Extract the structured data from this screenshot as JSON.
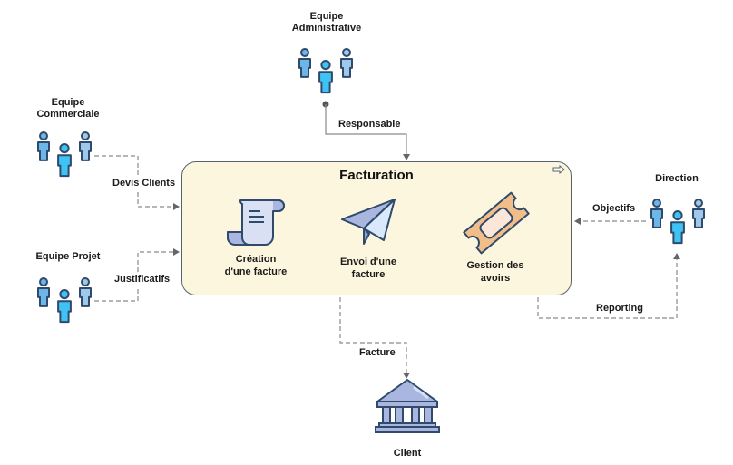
{
  "nodes": {
    "admin": {
      "label_line1": "Equipe",
      "label_line2": "Administrative"
    },
    "commercial": {
      "label_line1": "Equipe",
      "label_line2": "Commerciale"
    },
    "projet": {
      "label": "Equipe Projet"
    },
    "direction": {
      "label": "Direction"
    },
    "client": {
      "label": "Client"
    }
  },
  "process": {
    "title": "Facturation",
    "steps": [
      {
        "label_line1": "Création",
        "label_line2": "d'une facture",
        "icon": "scroll-document-icon"
      },
      {
        "label_line1": "Envoi d'une",
        "label_line2": "facture",
        "icon": "paper-plane-icon"
      },
      {
        "label_line1": "Gestion des",
        "label_line2": "avoirs",
        "icon": "ticket-voucher-icon"
      }
    ]
  },
  "edges": {
    "responsable": "Responsable",
    "devis": "Devis Clients",
    "justificatifs": "Justificatifs",
    "objectifs": "Objectifs",
    "reporting": "Reporting",
    "facture": "Facture"
  },
  "colors": {
    "box_fill": "#fdf6de",
    "box_border": "#56646a",
    "person_center": "#3fc3f5",
    "person_left": "#6db6e8",
    "person_right": "#9fc9ea",
    "outline": "#2f4a6b",
    "connector": "#8a8a8a"
  }
}
